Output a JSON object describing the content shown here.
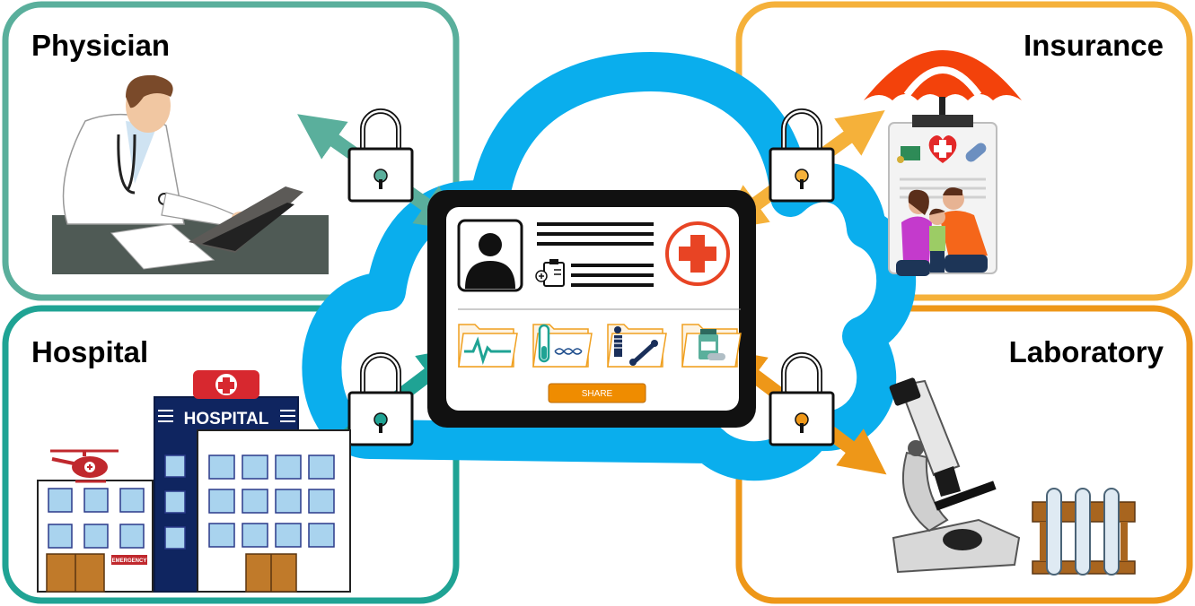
{
  "nodes": {
    "physician": {
      "label": "Physician",
      "color": "#5aaf9c"
    },
    "insurance": {
      "label": "Insurance",
      "color": "#f5b13a"
    },
    "hospital": {
      "label": "Hospital",
      "color": "#1fa394"
    },
    "laboratory": {
      "label": "Laboratory",
      "color": "#ee9718"
    }
  },
  "cloud_color": "#0aaeed",
  "tablet": {
    "share_label": "SHARE",
    "share_color": "#ef8c00",
    "folders": [
      "ecg-folder-icon",
      "test-tube-dna-folder-icon",
      "xray-folder-icon",
      "medicine-folder-icon"
    ]
  },
  "hospital_building": {
    "sign": "HOSPITAL",
    "emergency": "EMERGENCY"
  }
}
